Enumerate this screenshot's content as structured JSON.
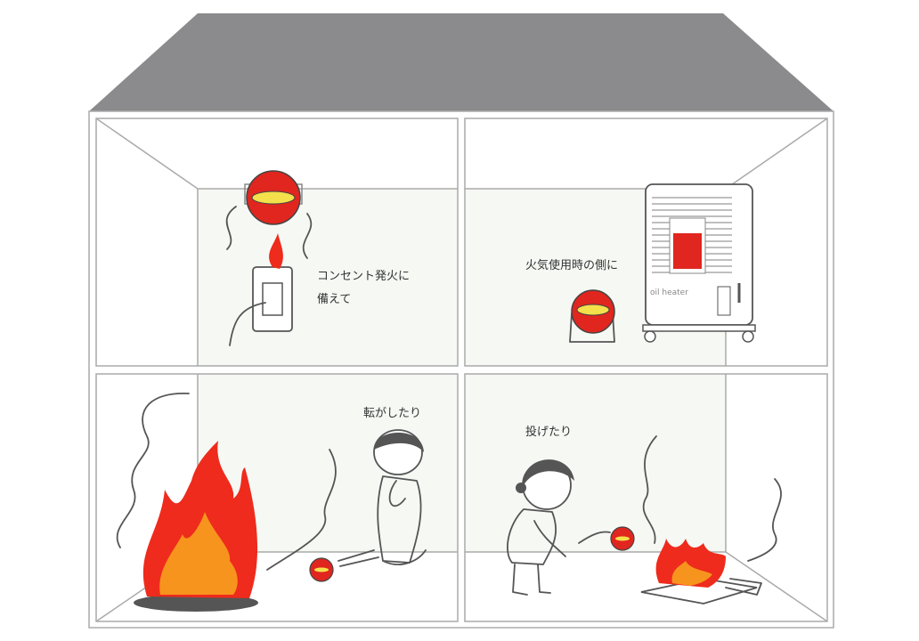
{
  "labels": {
    "outlet_line1": "コンセント発火に",
    "outlet_line2": "備えて",
    "heater_caption": "火気使用時の側に",
    "heater_brand": "oil heater",
    "roll_caption": "転がしたり",
    "throw_caption": "投げたり"
  },
  "colors": {
    "roof": "#8b8a8c",
    "extinguisher_red": "#e0261f",
    "extinguisher_yellow": "#f4e04a",
    "flame_outer": "#ee2b1c",
    "flame_inner": "#f7941d"
  }
}
